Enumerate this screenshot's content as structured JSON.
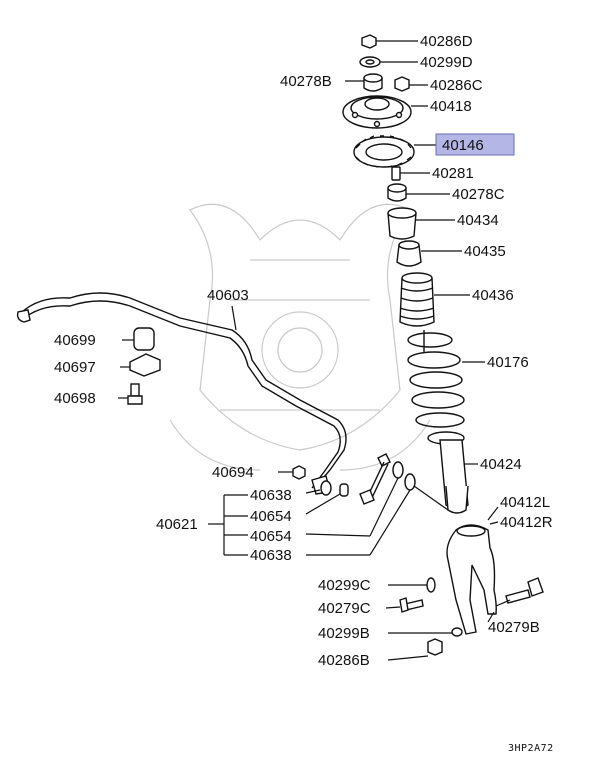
{
  "parts": {
    "p40286D": "40286D",
    "p40299D": "40299D",
    "p40278B": "40278B",
    "p40286C": "40286C",
    "p40418": "40418",
    "p40146": "40146",
    "p40281": "40281",
    "p40278C": "40278C",
    "p40434": "40434",
    "p40435": "40435",
    "p40603": "40603",
    "p40436": "40436",
    "p40699": "40699",
    "p40697": "40697",
    "p40176": "40176",
    "p40698": "40698",
    "p40424": "40424",
    "p40694": "40694",
    "p40638a": "40638",
    "p40412L": "40412L",
    "p40654a": "40654",
    "p40621": "40621",
    "p40412R": "40412R",
    "p40654b": "40654",
    "p40638b": "40638",
    "p40299C": "40299C",
    "p40279C": "40279C",
    "p40279B": "40279B",
    "p40299B": "40299B",
    "p40286B": "40286B"
  },
  "highlighted_part": "40146",
  "highlight_color": "#b4b6e6",
  "diagram_code": "3HP2A72"
}
